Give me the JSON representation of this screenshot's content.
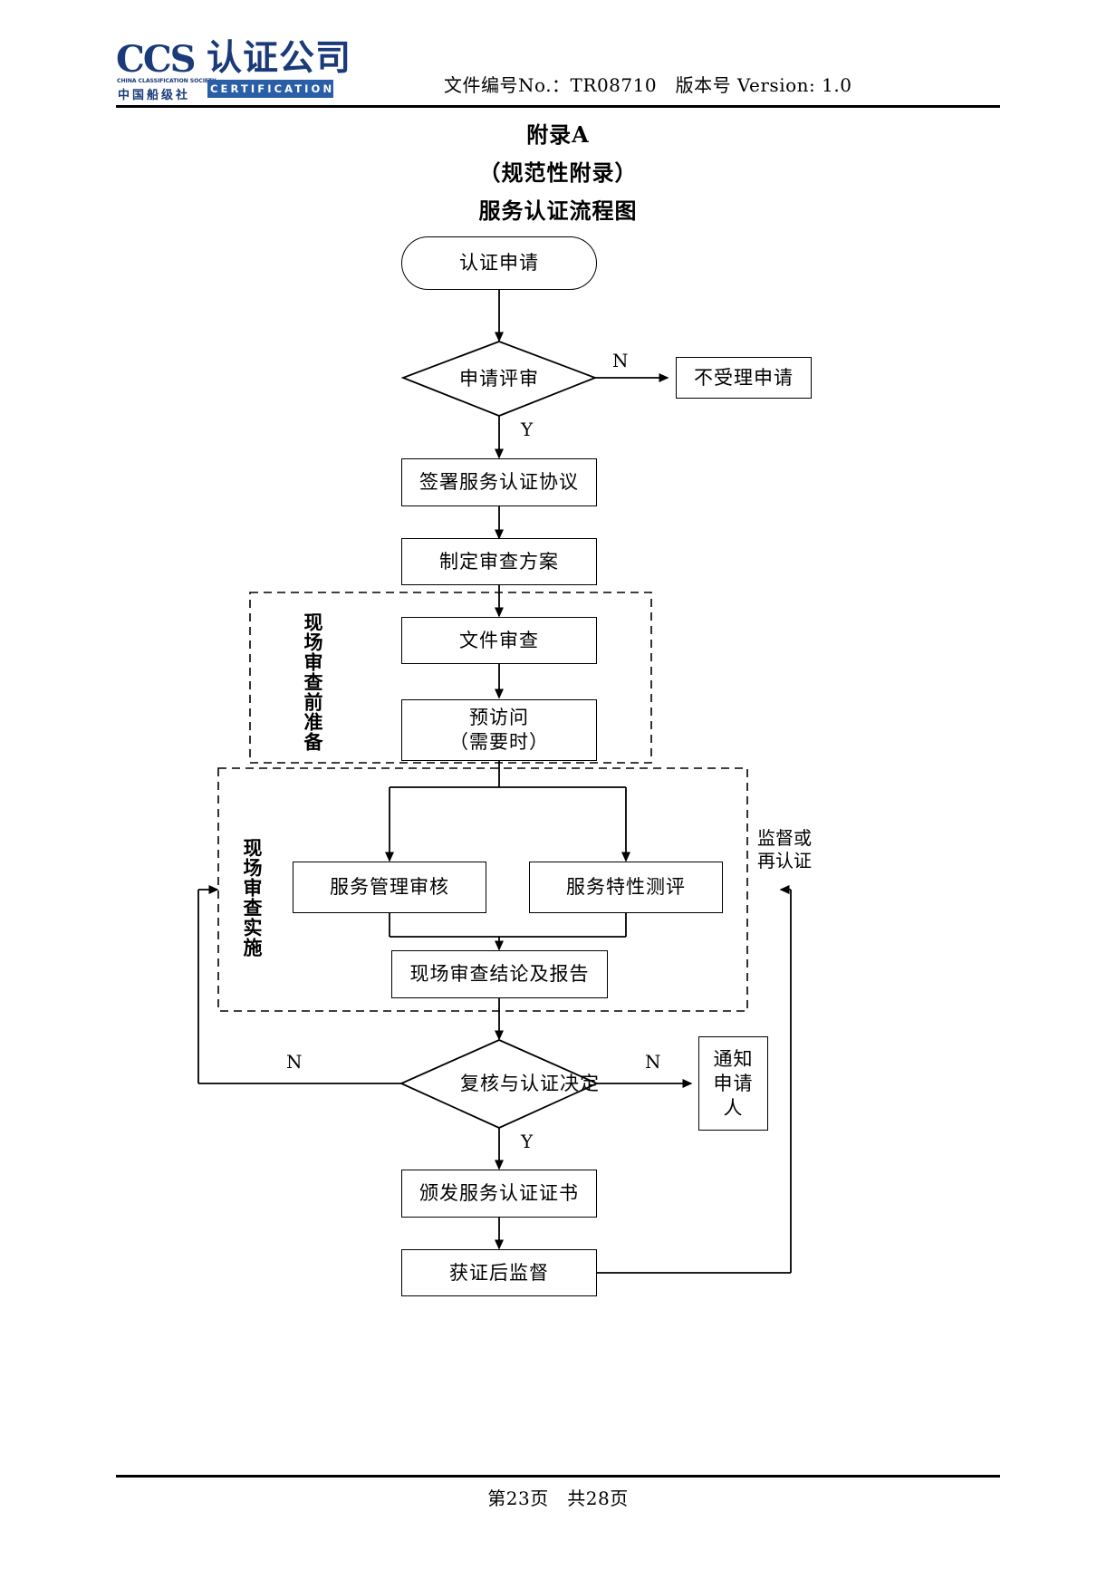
{
  "header": {
    "logo_ccs": "CCS",
    "logo_sub_en": "CHINA CLASSIFICATION SOCIETY",
    "logo_sub_cn": "中国船级社",
    "logo_cn_big": "认证公司",
    "logo_cert_en": "CERTIFICATION",
    "doc_meta": "文件编号No.：TR08710　版本号 Version: 1.0"
  },
  "title": {
    "line1": "附录A",
    "line2": "（规范性附录）",
    "line3": "服务认证流程图"
  },
  "flowchart": {
    "type": "flowchart",
    "nodes": [
      {
        "id": "start",
        "shape": "rounded",
        "label": "认证申请"
      },
      {
        "id": "review",
        "shape": "diamond",
        "label": "申请评审"
      },
      {
        "id": "reject",
        "shape": "rect",
        "label": "不受理申请"
      },
      {
        "id": "agreement",
        "shape": "rect",
        "label": "签署服务认证协议"
      },
      {
        "id": "plan",
        "shape": "rect",
        "label": "制定审查方案"
      },
      {
        "id": "docreview",
        "shape": "rect",
        "label": "文件审查"
      },
      {
        "id": "previsit",
        "shape": "rect",
        "label": "预访问\n（需要时）"
      },
      {
        "id": "mgmtaudit",
        "shape": "rect",
        "label": "服务管理审核"
      },
      {
        "id": "charaeval",
        "shape": "rect",
        "label": "服务特性测评"
      },
      {
        "id": "sitereport",
        "shape": "rect",
        "label": "现场审查结论及报告"
      },
      {
        "id": "decision",
        "shape": "diamond",
        "label": "复核与认证决定"
      },
      {
        "id": "notify",
        "shape": "rect",
        "label": "通知\n申请\n人"
      },
      {
        "id": "issue",
        "shape": "rect",
        "label": "颁发服务认证证书"
      },
      {
        "id": "surveil",
        "shape": "rect",
        "label": "获证后监督"
      }
    ],
    "groups": [
      {
        "id": "pregroup",
        "style": "dashed",
        "label": "现场审查前准备"
      },
      {
        "id": "sitegroup",
        "style": "dashed",
        "label": "现场审查实施"
      }
    ],
    "edge_labels": {
      "review_no": "N",
      "review_yes": "Y",
      "decision_no_left": "N",
      "decision_no_right": "N",
      "decision_yes": "Y",
      "resurvey": "监督或\n再认证"
    }
  },
  "footer": {
    "text": "第23页　共28页"
  },
  "previsit_line1": "预访问",
  "previsit_line2": "（需要时）",
  "notify_l1": "通知",
  "notify_l2": "申请",
  "notify_l3": "人",
  "resurvey_l1": "监督或",
  "resurvey_l2": "再认证"
}
